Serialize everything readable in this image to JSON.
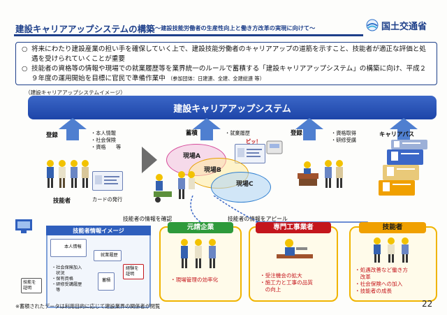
{
  "header": {
    "title": "建設キャリアアップシステムの構築",
    "subtitle": "～建設技能労働者の生産性向上と働き方改革の実現に向けて～",
    "ministry": "国土交通省"
  },
  "bullets": [
    {
      "mark": "○",
      "text": "将来にわたり建設産業の担い手を確保していく上で、建設技能労働者のキャリアアップの道筋を示すこと、技能者が適正な評価と処遇を受けられていくことが重要"
    },
    {
      "mark": "○",
      "text": "技能者の資格等の情報や現場での就業履歴等を業界統一のルールで蓄積する「建設キャリアアップシステム」の構築に向け、平成２９年度の運用開始を目標に官民で準備作業中",
      "note": "（参加団体：日建連、全建、全建総連 等）"
    }
  ],
  "image_caption": "（建設キャリアアップシステムイメージ）",
  "banner": "建設キャリアアップシステム",
  "registration": {
    "label": "登録",
    "items": [
      "・本人情報",
      "・社会保険",
      "・資格　　等"
    ],
    "worker_label": "技能者",
    "card_label": "カードの発行"
  },
  "accumulation": {
    "label": "蓄積",
    "items": [
      "・就業履歴"
    ],
    "touch": "ピッ！",
    "sites": [
      "現場A",
      "現場B",
      "現場C"
    ]
  },
  "registration2": {
    "label": "登録",
    "items": [
      "・資格取得",
      "・研修受講"
    ]
  },
  "career_path": {
    "label": "キャリアパス"
  },
  "flow": {
    "confirm": "技能者の情報を確認",
    "appeal": "技能者の情報をアピール"
  },
  "info_panel": {
    "title": "技能者情報イメージ",
    "personal": "本人情報",
    "history": "就業履歴",
    "quals": [
      "・社会保険加入",
      "　状況",
      "・保有資格",
      "・研修受講履歴",
      "　等"
    ],
    "stamp": "蓄積",
    "proof_skill": [
      "技能を",
      "証明"
    ],
    "proof_exp": [
      "経験を",
      "証明"
    ]
  },
  "roles": [
    {
      "name": "元請企業",
      "points": [
        "・現場管理の効率化"
      ]
    },
    {
      "name": "専門工事業者",
      "points": [
        "・受注機会の拡大",
        "・施工力と工事の品質",
        "　の向上"
      ]
    },
    {
      "name": "技能者",
      "points": [
        "・処遇改善など働き方",
        "　改革",
        "・社会保険への加入",
        "・技能者の成長"
      ]
    }
  ],
  "footnote": "※蓄積されたデータは利用目的に応じて建設業界の関係者が閲覧",
  "page_number": "22",
  "colors": {
    "navy": "#1d3f8a",
    "banner_blue": "#2a55b8",
    "arrow_blue": "#3f72c9",
    "role_border": "#f0b400",
    "role1_head": "#2e9a3b",
    "role2_head": "#c4161c",
    "role3_head": "#f0a000",
    "highlight_red": "#c4161c"
  }
}
